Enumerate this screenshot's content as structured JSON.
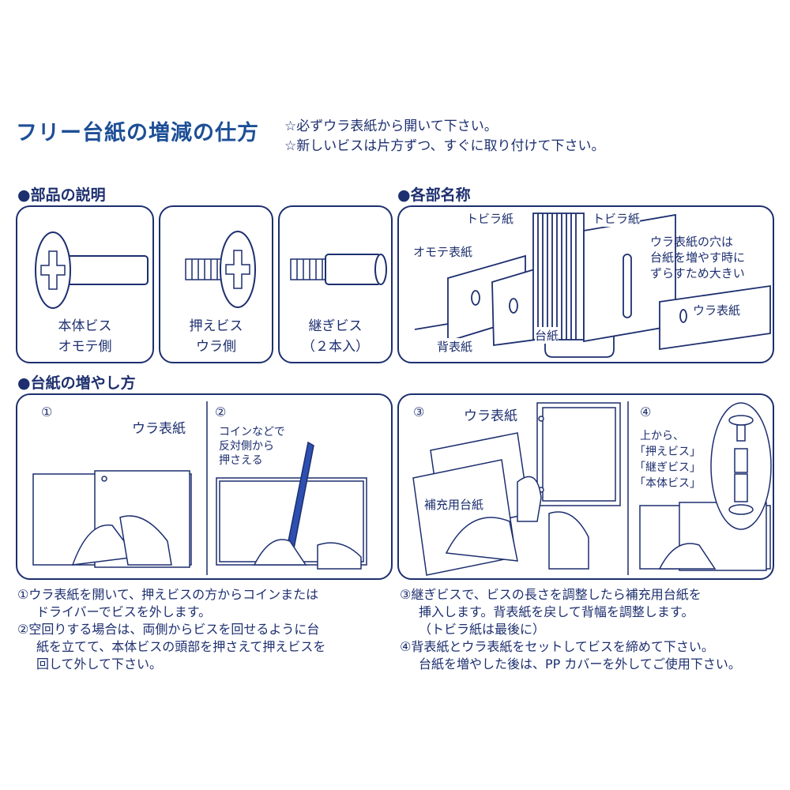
{
  "header": {
    "title": "フリー台紙の増減の仕方",
    "notes": [
      "☆必ずウラ表紙から開いて下さい。",
      "☆新しいビスは片方ずつ、すぐに取り付けて下さい。"
    ]
  },
  "parts": {
    "heading": "●部品の説明",
    "items": [
      {
        "line1": "本体ビス",
        "line2": "オモテ側"
      },
      {
        "line1": "押えビス",
        "line2": "ウラ側"
      },
      {
        "line1": "継ぎビス",
        "line2": "（２本入）"
      }
    ]
  },
  "names": {
    "heading": "●各部名称",
    "tobira_left": "トビラ紙",
    "tobira_right": "トビラ紙",
    "omote": "オモテ表紙",
    "hole_note": [
      "ウラ表紙の穴は",
      "台紙を増やす時に",
      "ずらすため大きい"
    ],
    "ura": "ウラ表紙",
    "sebyoushi": "背表紙",
    "daishi": "台紙"
  },
  "howto": {
    "heading": "●台紙の増やし方",
    "steps": [
      {
        "num": "①",
        "label": "ウラ表紙"
      },
      {
        "num": "②",
        "label": [
          "コインなどで",
          "反対側から",
          "押さえる"
        ]
      },
      {
        "num": "③",
        "label": "ウラ表紙",
        "label2": "補充用台紙"
      },
      {
        "num": "④",
        "label": [
          "上から、",
          "｢押えビス｣",
          "｢継ぎビス｣",
          "｢本体ビス｣"
        ]
      }
    ]
  },
  "instructions": {
    "left": [
      "①ウラ表紙を開いて、押えビスの方からコインまたは",
      "ドライバーでビスを外します。",
      "②空回りする場合は、両側からビスを回せるように台",
      "紙を立てて、本体ビスの頭部を押さえて押えビスを",
      "回して外して下さい。"
    ],
    "right": [
      "③継ぎビスで、ビスの長さを調整したら補充用台紙を",
      "挿入します。背表紙を戻して背幅を調整します。",
      "（トビラ紙は最後に）",
      "④背表紙とウラ表紙をセットしてビスを締めて下さい。",
      "台紙を増やした後は、PP カバーを外してご使用下さい。"
    ]
  }
}
